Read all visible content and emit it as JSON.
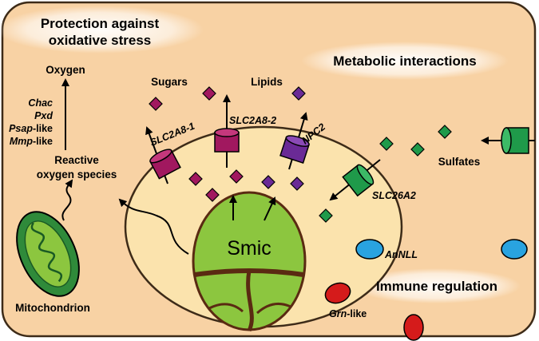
{
  "headings": {
    "protection_line1": "Protection against",
    "protection_line2": "oxidative stress",
    "metabolic": "Metabolic interactions",
    "immune": "Immune regulation"
  },
  "labels": {
    "oxygen": "Oxygen",
    "ros_line1": "Reactive",
    "ros_line2": "oxygen species",
    "sugars": "Sugars",
    "lipids": "Lipids",
    "sulfates": "Sulfates",
    "mitochondrion": "Mitochondrion",
    "smic": "Smic"
  },
  "genes": {
    "chac": "Chac",
    "pxd": "Pxd",
    "psap_italic": "Psap",
    "psap_rest": "-like",
    "mmp_italic": "Mmp",
    "mmp_rest": "-like",
    "slc2a8_1": "SLC2A8-1",
    "slc2a8_2": "SLC2A8-2",
    "npc2": "NPC2",
    "slc26a2": "SLC26A2",
    "annll": "AnNLL",
    "grn_italic": "Grn",
    "grn_rest": "-like"
  },
  "colors": {
    "cell_fill": "#f8d2a4",
    "cell_stroke": "#3d2b18",
    "vacuole_fill": "#fbe3ad",
    "smic_fill": "#8cc63f",
    "smic_dark": "#5a2a12",
    "sugar": "#a1185f",
    "lipid": "#6a2a96",
    "sulfate": "#1f9a4a",
    "annll": "#29a3e0",
    "grn": "#d51b1b",
    "mito_outer": "#2f8a3a",
    "mito_inner": "#8cc63f"
  }
}
